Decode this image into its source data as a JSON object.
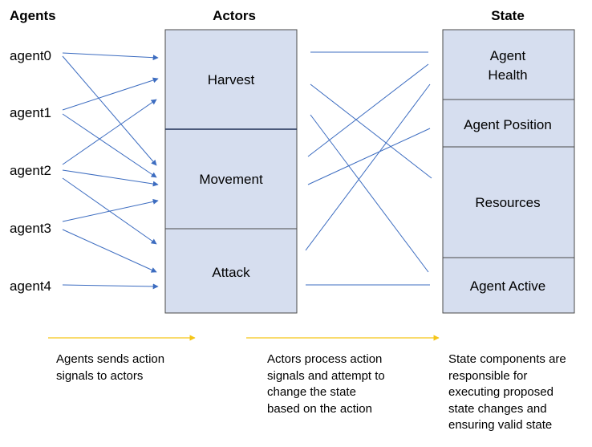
{
  "headers": {
    "agents": "Agents",
    "actors": "Actors",
    "state": "State"
  },
  "agents": [
    "agent0",
    "agent1",
    "agent2",
    "agent3",
    "agent4"
  ],
  "actors": [
    "Harvest",
    "Movement",
    "Attack"
  ],
  "state": {
    "agent_health": [
      "Agent",
      "Health"
    ],
    "agent_position": "Agent Position",
    "resources": "Resources",
    "agent_active": "Agent Active"
  },
  "captions": {
    "agents": [
      "Agents sends action",
      "signals to actors"
    ],
    "actors": [
      "Actors process action",
      "signals and attempt to",
      "change the state",
      "based on the action"
    ],
    "state": [
      "State components are",
      "responsible for",
      "executing proposed",
      "state changes and",
      "ensuring valid state"
    ]
  },
  "colors": {
    "box_fill": "#d6deef",
    "box_stroke": "#4a4a4a",
    "arrow": "#3c6cc0",
    "timeline": "#f5c518"
  }
}
